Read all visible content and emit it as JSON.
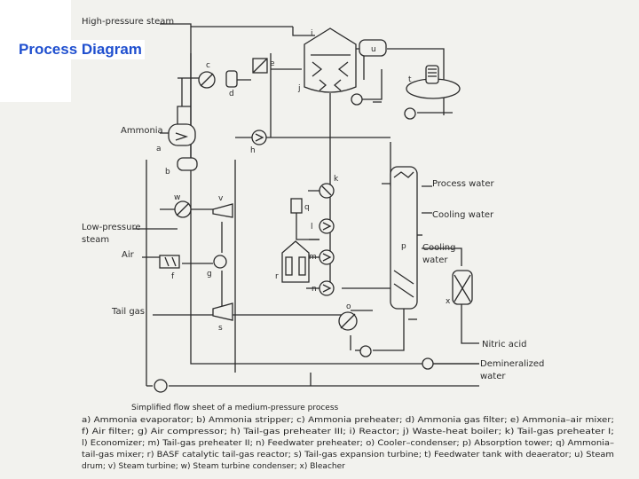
{
  "slide_title": "Process Diagram",
  "stream_labels": {
    "high_pressure_steam": "High-pressure steam",
    "ammonia": "Ammonia",
    "low_pressure_steam_1": "Low-pressure",
    "low_pressure_steam_2": "steam",
    "air": "Air",
    "tail_gas": "Tail gas",
    "process_water": "Process water",
    "cooling_water_1": "Cooling water",
    "cooling_water_2a": "Cooling",
    "cooling_water_2b": "water",
    "nitric_acid": "Nitric acid",
    "demineralized_1": "Demineralized",
    "demineralized_2": "water"
  },
  "equipment_tags": {
    "a": "a",
    "b": "b",
    "c": "c",
    "d": "d",
    "e": "e",
    "f": "f",
    "g": "g",
    "h": "h",
    "i": "i",
    "j": "j",
    "k": "k",
    "l": "l",
    "m": "m",
    "n": "n",
    "o": "o",
    "p": "p",
    "q": "q",
    "r": "r",
    "s": "s",
    "t": "t",
    "u": "u",
    "v": "v",
    "w": "w",
    "x": "x"
  },
  "caption": {
    "title": "Simplified flow sheet of a medium-pressure process",
    "lines": [
      "a) Ammonia evaporator; b) Ammonia stripper; c) Ammonia preheater; d) Ammonia gas filter; e) Ammonia–air mixer;",
      "f) Air filter; g) Air compressor; h) Tail-gas preheater III; i) Reactor; j) Waste-heat boiler; k) Tail-gas preheater I;",
      "l) Economizer; m) Tail-gas preheater II; n) Feedwater preheater; o) Cooler–condenser; p) Absorption tower; q) Ammonia–",
      "tail-gas mixer; r) BASF catalytic tail-gas reactor; s) Tail-gas expansion turbine; t) Feedwater tank with deaerator; u) Steam",
      "drum; v) Steam turbine; w) Steam turbine condenser; x) Bleacher"
    ]
  },
  "colors": {
    "title": "#1f4fcf",
    "scan_background": "#f2f2ee",
    "ink": "#2a2a2a"
  }
}
